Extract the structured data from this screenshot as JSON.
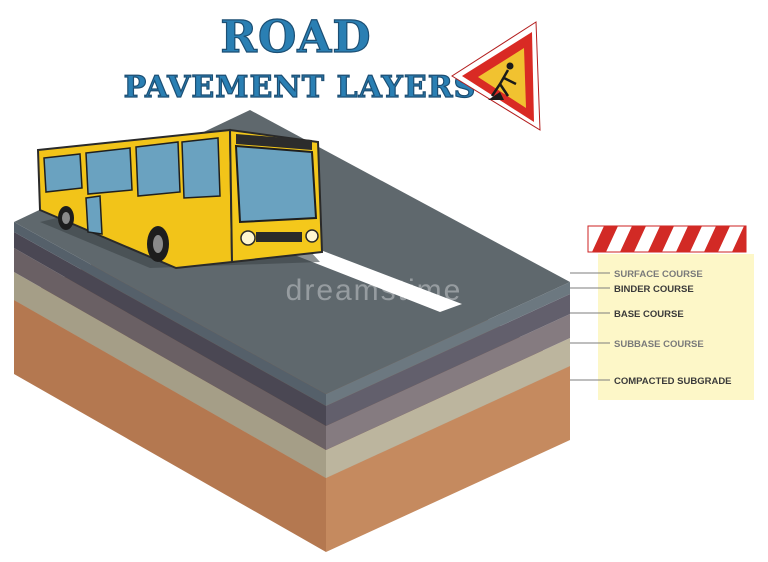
{
  "title": {
    "line1": "ROAD",
    "line2": "PAVEMENT LAYERS"
  },
  "watermark": "dreamstime",
  "layers": [
    {
      "label": "SURFACE COURSE",
      "color": "#5b6469"
    },
    {
      "label": "BINDER COURSE",
      "color": "#4f4c58"
    },
    {
      "label": "BASE COURSE",
      "color": "#6c6266"
    },
    {
      "label": "SUBBASE COURSE",
      "color": "#aaa38c"
    },
    {
      "label": "COMPACTED SUBGRADE",
      "color": "#b47850"
    }
  ],
  "colors": {
    "label_panel": "#fdf7c8",
    "bus_body": "#f2c419",
    "road_marking": "#ffffff",
    "barrier_red": "#d22a25"
  },
  "icons": {
    "sign": "road-work-warning-sign",
    "barrier": "striped-road-barrier",
    "vehicle": "bus"
  }
}
